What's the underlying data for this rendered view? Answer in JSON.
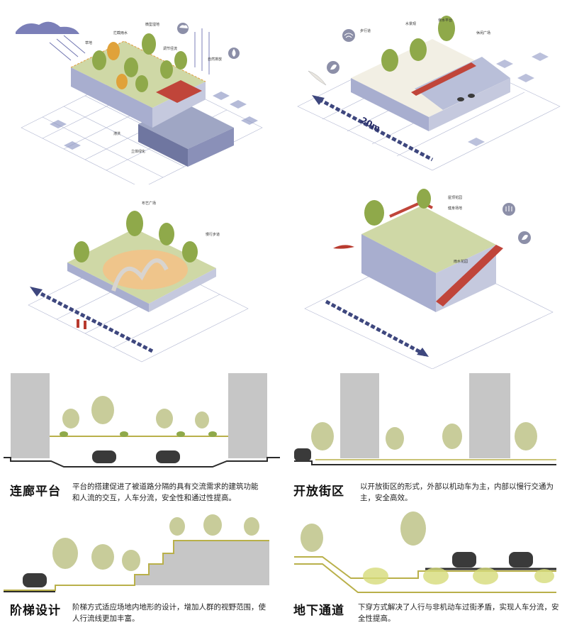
{
  "panels": {
    "elevated": {
      "labels": [
        "草地",
        "拦截雨水",
        "微型湿地",
        "调节径流",
        "自然排放",
        "滞洪",
        "立体绿化"
      ]
    },
    "riverside": {
      "labels": [
        "步行道",
        "水景观",
        "亲水平台",
        "休闲广场"
      ],
      "scale_text": "20m"
    },
    "plaza": {
      "labels": [
        "布艺广场",
        "慢行步道"
      ]
    },
    "terrace": {
      "labels": [
        "屋顶花园",
        "健身场地",
        "雨水花园"
      ]
    }
  },
  "captions": [
    {
      "title": "连廊平台",
      "text": "平台的搭建促进了被道路分隔的具有交流需求的建筑功能和人流的交互，人车分流，安全性和通过性提高。"
    },
    {
      "title": "开放街区",
      "text": "以开放街区的形式，外部以机动车为主，内部以慢行交通为主，安全高效。"
    },
    {
      "title": "阶梯设计",
      "text": "阶梯方式适应场地内地形的设计，增加人群的视野范围，使人行流线更加丰富。"
    },
    {
      "title": "地下通道",
      "text": "下穿方式解决了人行与非机动车过街矛盾，实现人车分流，安全性提高。"
    }
  ],
  "colors": {
    "grass": "#cfd8a6",
    "tree": "#8fa94a",
    "tree_light": "#c8cc9a",
    "building": "#c6c6c6",
    "road": "#2b2b2b",
    "accent_red": "#b83a2e",
    "water": "#b9bfd9",
    "grid": "#6e77a8",
    "wall": "#a7acc8",
    "olive_line": "#b9b04a"
  },
  "icons": [
    "cloud-icon",
    "rain-icon",
    "water-drop-icon",
    "wifi-icon",
    "hand-icon",
    "leaf-icon"
  ]
}
